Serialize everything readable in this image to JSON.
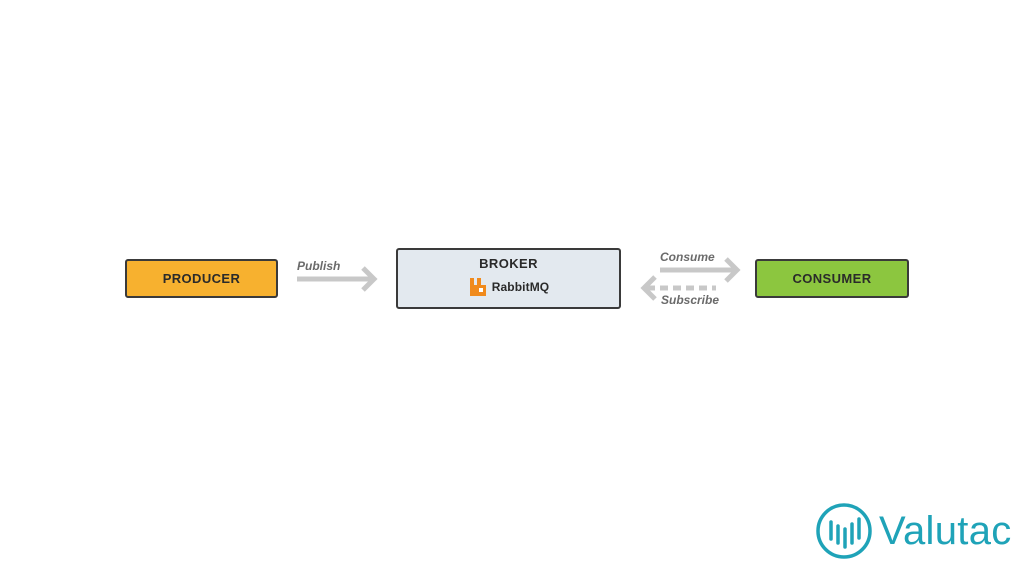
{
  "nodes": {
    "producer": "PRODUCER",
    "broker": "BROKER",
    "broker_product": "RabbitMQ",
    "consumer": "CONSUMER"
  },
  "edges": {
    "publish": "Publish",
    "consume": "Consume",
    "subscribe": "Subscribe"
  },
  "brand": {
    "name": "Valutac"
  },
  "colors": {
    "producer": "#f7b12f",
    "broker": "#e3e9ef",
    "consumer": "#8cc63f",
    "arrow": "#c8c8c8",
    "rabbitmq_icon": "#f08a1c",
    "brand": "#1fa3b8"
  }
}
